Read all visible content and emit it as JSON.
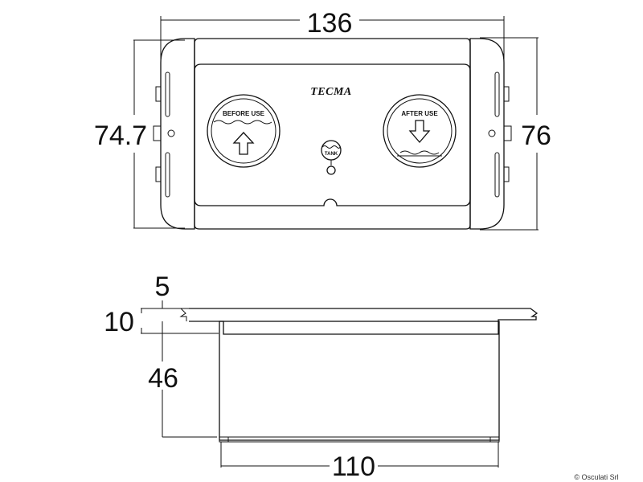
{
  "drawing": {
    "type": "technical-dimension-drawing",
    "subject": "Tecma toilet control panel",
    "brand_label": "TECMA",
    "front_view": {
      "width_dimension": "136",
      "left_height_dimension": "74.7",
      "right_height_dimension": "76",
      "buttons": [
        {
          "label": "BEFORE USE",
          "arrow": "up"
        },
        {
          "label": "AFTER USE",
          "arrow": "down"
        }
      ],
      "tank_indicator": {
        "label": "TANK"
      }
    },
    "side_view": {
      "flange_thickness_dimension": "5",
      "flange_height_dimension": "10",
      "body_depth_dimension": "46",
      "body_width_dimension": "110"
    },
    "copyright": "© Osculati Srl"
  }
}
